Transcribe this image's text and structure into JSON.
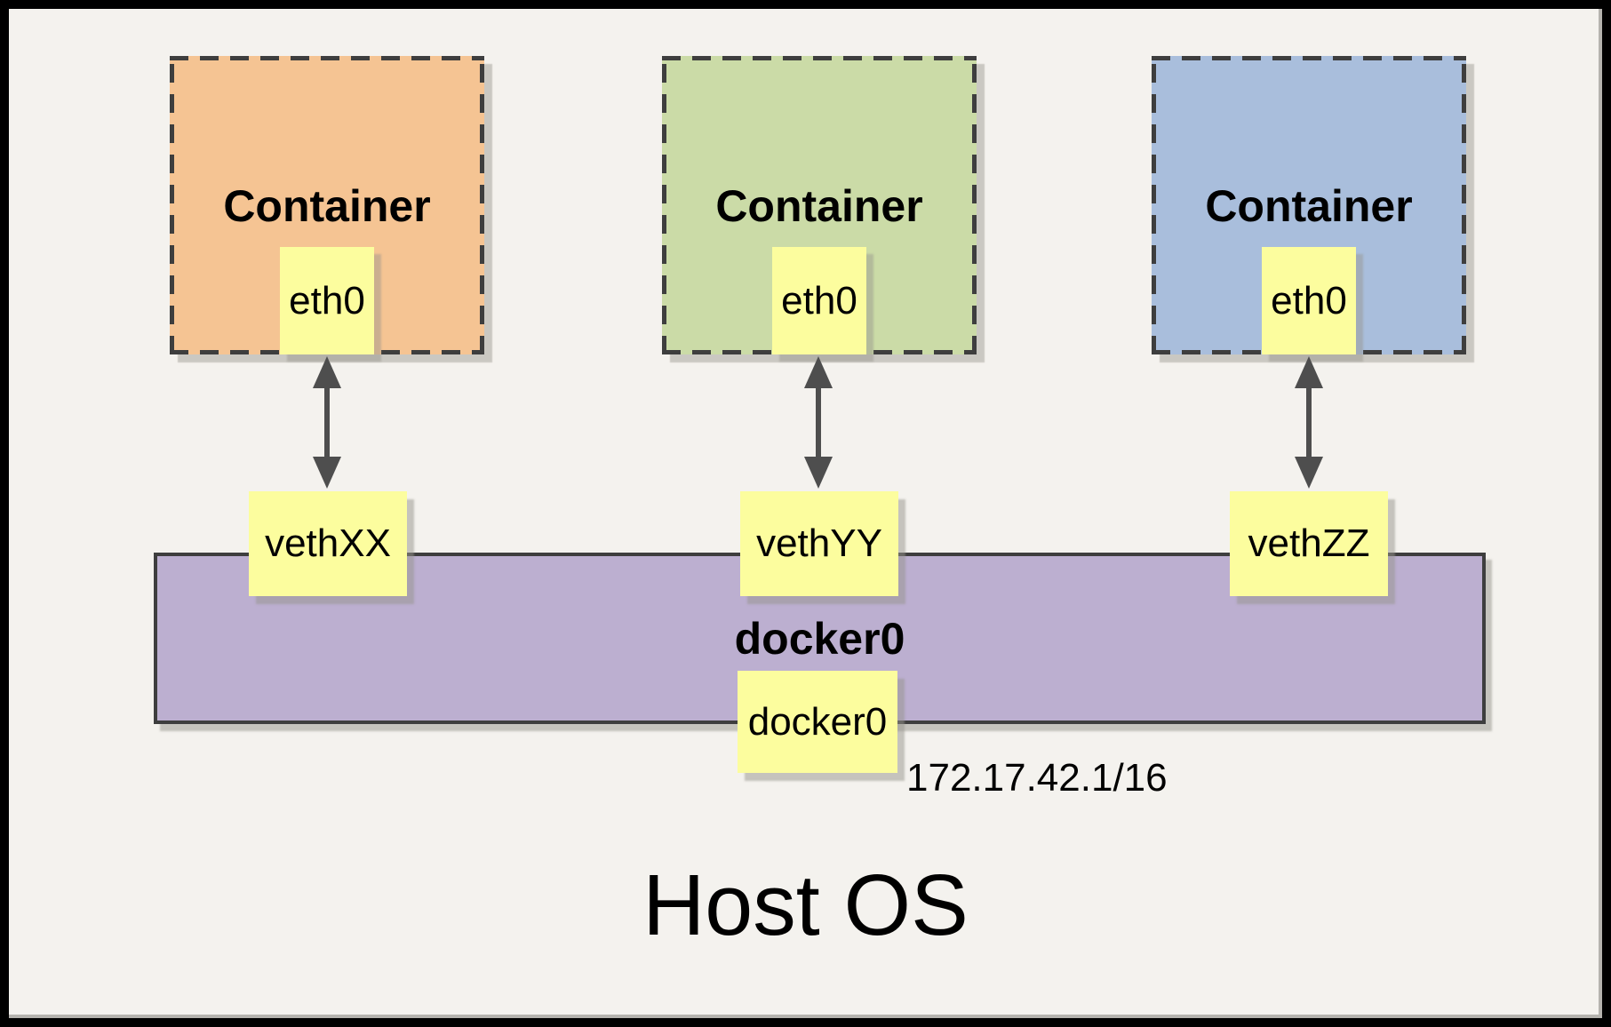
{
  "diagram": {
    "containers": [
      {
        "label": "Container",
        "interface": "eth0",
        "veth": "vethXX",
        "fill": "#f5c493"
      },
      {
        "label": "Container",
        "interface": "eth0",
        "veth": "vethYY",
        "fill": "#cbdba7"
      },
      {
        "label": "Container",
        "interface": "eth0",
        "veth": "vethZZ",
        "fill": "#a9bedc"
      }
    ],
    "bridge": {
      "label": "docker0",
      "interface_label": "docker0",
      "ip": "172.17.42.1/16",
      "fill": "#bcafd0"
    },
    "host": {
      "label": "Host OS"
    },
    "colors": {
      "background": "#f4f2ee",
      "note_yellow": "#fcfd9e",
      "dashed_border": "#3e3e3e",
      "arrow_gray": "#4e4e4e",
      "outer_border": "#000000"
    }
  }
}
